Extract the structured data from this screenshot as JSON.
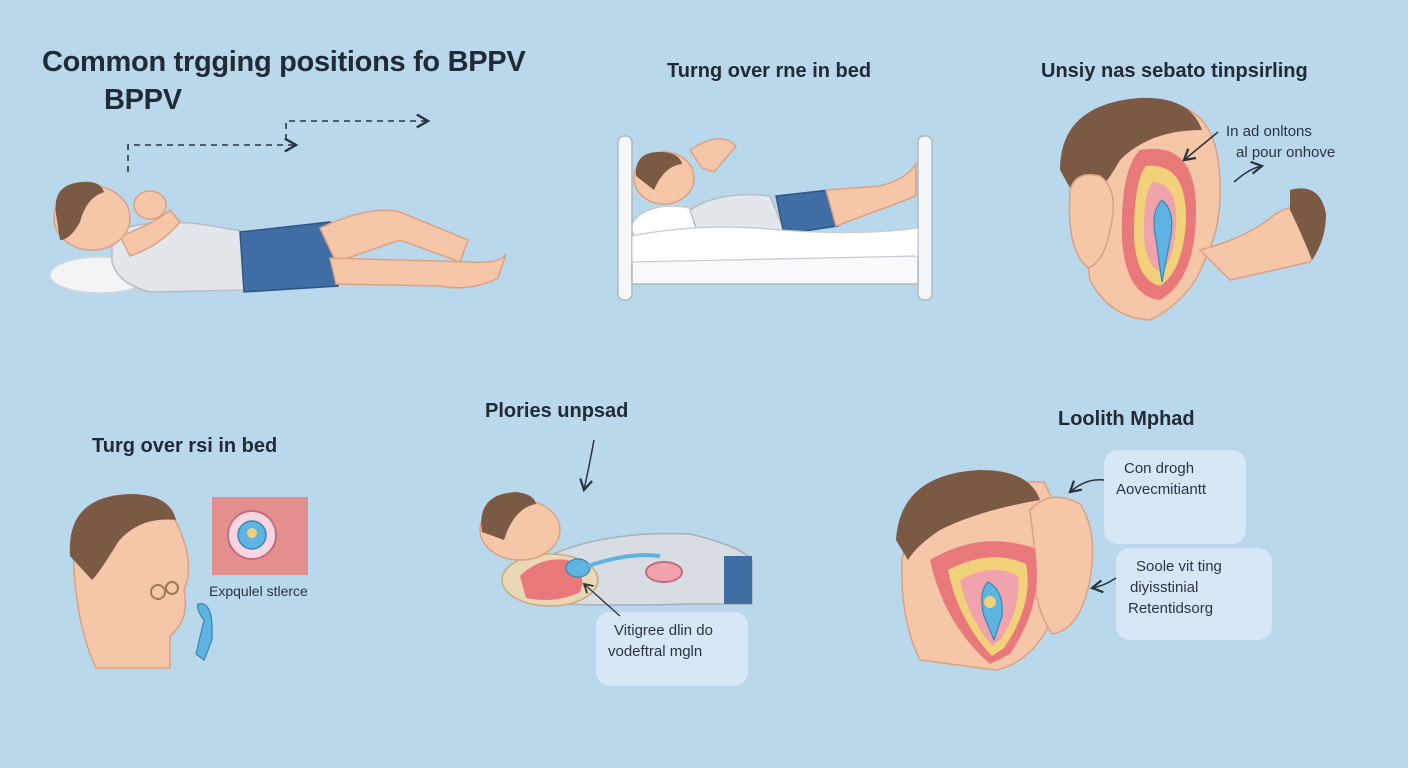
{
  "title": {
    "line1": "Common trgging positions fo BPPV",
    "line2": "BPPV"
  },
  "panels": {
    "bed_top": {
      "heading": "Turng over rne in bed"
    },
    "ear_top": {
      "heading": "Unsiy nas sebato tinpsirling",
      "note_line1": "In ad onltons",
      "note_line2": "al pour onhove"
    },
    "face_left": {
      "heading": "Turg over rsi in bed",
      "label": "Expqulel stlerce"
    },
    "lying_center": {
      "heading": "Plories unpsad",
      "bubble_line1": "Vitigree dlin do",
      "bubble_line2": "vodeftral mgln"
    },
    "ear_right": {
      "heading": "Loolith Mphad",
      "bubble1_line1": "Con drogh",
      "bubble1_line2": "Aovecmitiantt",
      "bubble2_line1": "Soole vit ting",
      "bubble2_line2": "diyisstinial",
      "bubble2_line3": "Retentidsorg"
    }
  },
  "colors": {
    "background": "#b9d8ec",
    "skin": "#f6c6a8",
    "hair": "#7a5a45",
    "shirt": "#e3e6ea",
    "shorts": "#3f6ea5",
    "ear_red": "#e9787a",
    "ear_yellow": "#f1d27a",
    "fluid_blue": "#5fb3e0"
  }
}
